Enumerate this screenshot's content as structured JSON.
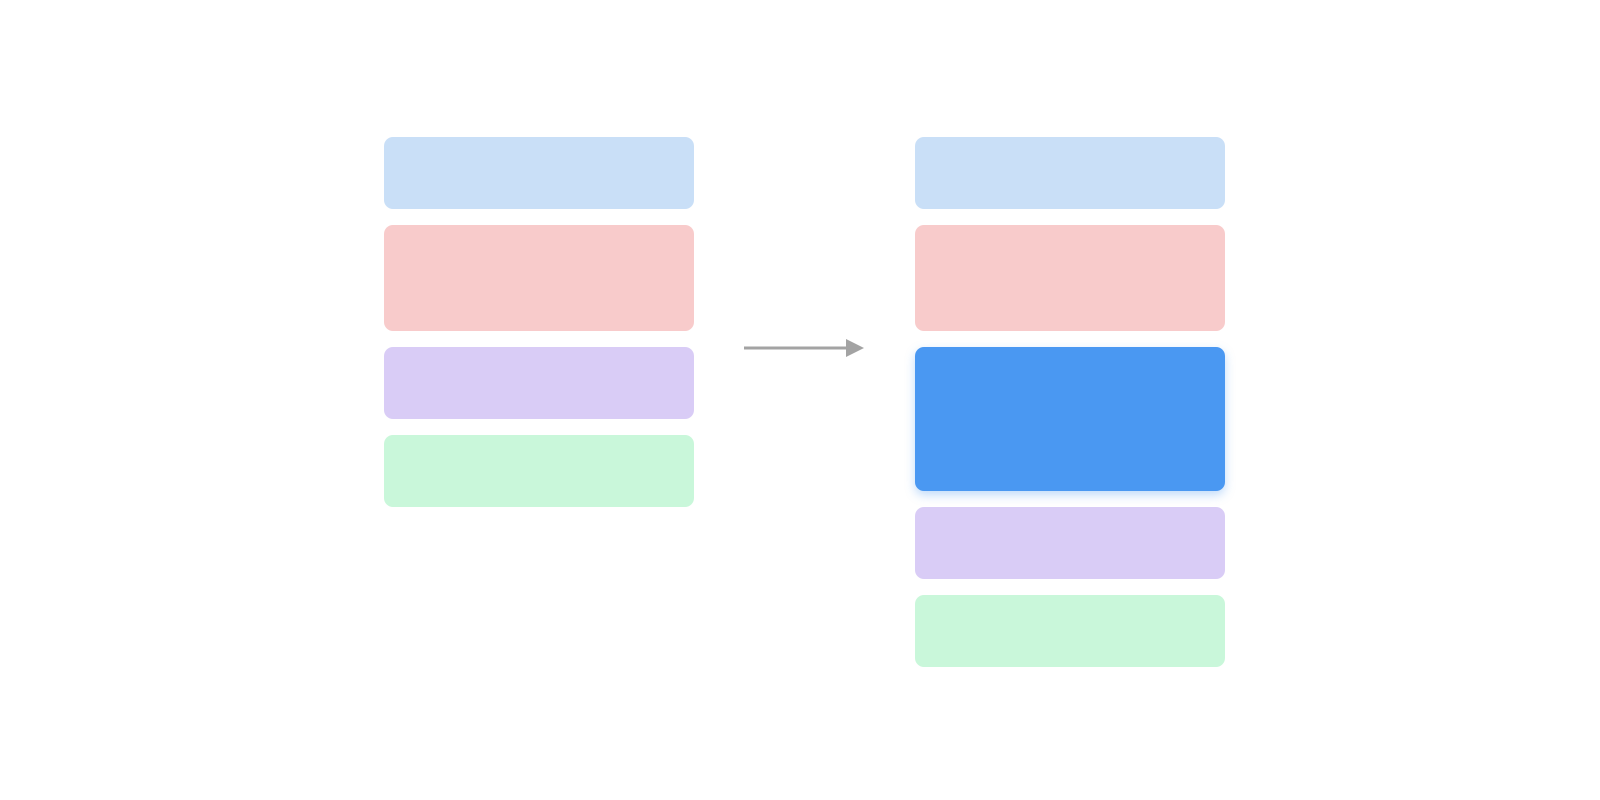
{
  "colors": {
    "background": "#ffffff",
    "arrow": "#a3a3a3",
    "card_blue_light": "#c9dff7",
    "card_red_light": "#f8cbcb",
    "card_purple_light": "#d9ccf6",
    "card_green_light": "#c9f7da",
    "card_blue_active": "#4a98f2"
  },
  "before": {
    "cards": [
      {
        "name": "before-card-blue",
        "color": "#c9dff7",
        "size": "short"
      },
      {
        "name": "before-card-red",
        "color": "#f8cbcb",
        "size": "mid"
      },
      {
        "name": "before-card-purple",
        "color": "#d9ccf6",
        "size": "short"
      },
      {
        "name": "before-card-green",
        "color": "#c9f7da",
        "size": "short"
      }
    ]
  },
  "after": {
    "cards": [
      {
        "name": "after-card-blue",
        "color": "#c9dff7",
        "size": "short"
      },
      {
        "name": "after-card-red",
        "color": "#f8cbcb",
        "size": "mid"
      },
      {
        "name": "after-card-inserted",
        "color": "#4a98f2",
        "size": "tall",
        "elevated": true
      },
      {
        "name": "after-card-purple",
        "color": "#d9ccf6",
        "size": "short"
      },
      {
        "name": "after-card-green",
        "color": "#c9f7da",
        "size": "short"
      }
    ]
  },
  "connector": {
    "icon": "arrow-right-icon"
  }
}
